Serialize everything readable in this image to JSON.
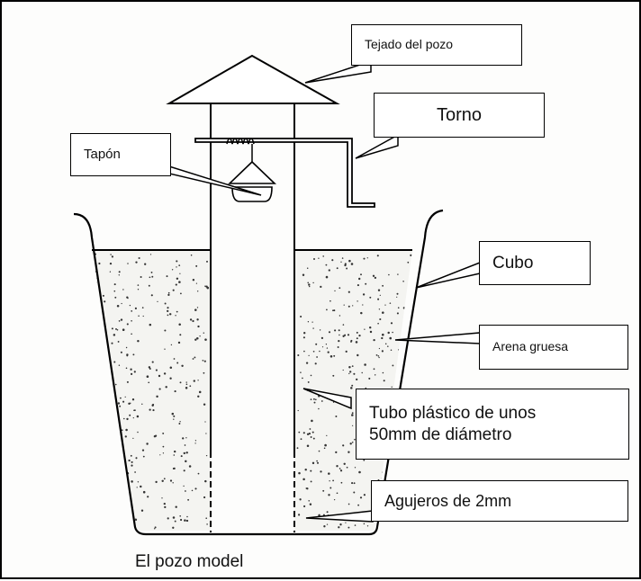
{
  "labels": {
    "roof": "Tejado del pozo",
    "winch": "Torno",
    "plug": "Tapón",
    "bucket": "Cubo",
    "sand": "Arena gruesa",
    "tube": "Tubo plástico de unos 50mm de diámetro",
    "holes": "Agujeros de 2mm"
  },
  "caption": "El pozo model"
}
